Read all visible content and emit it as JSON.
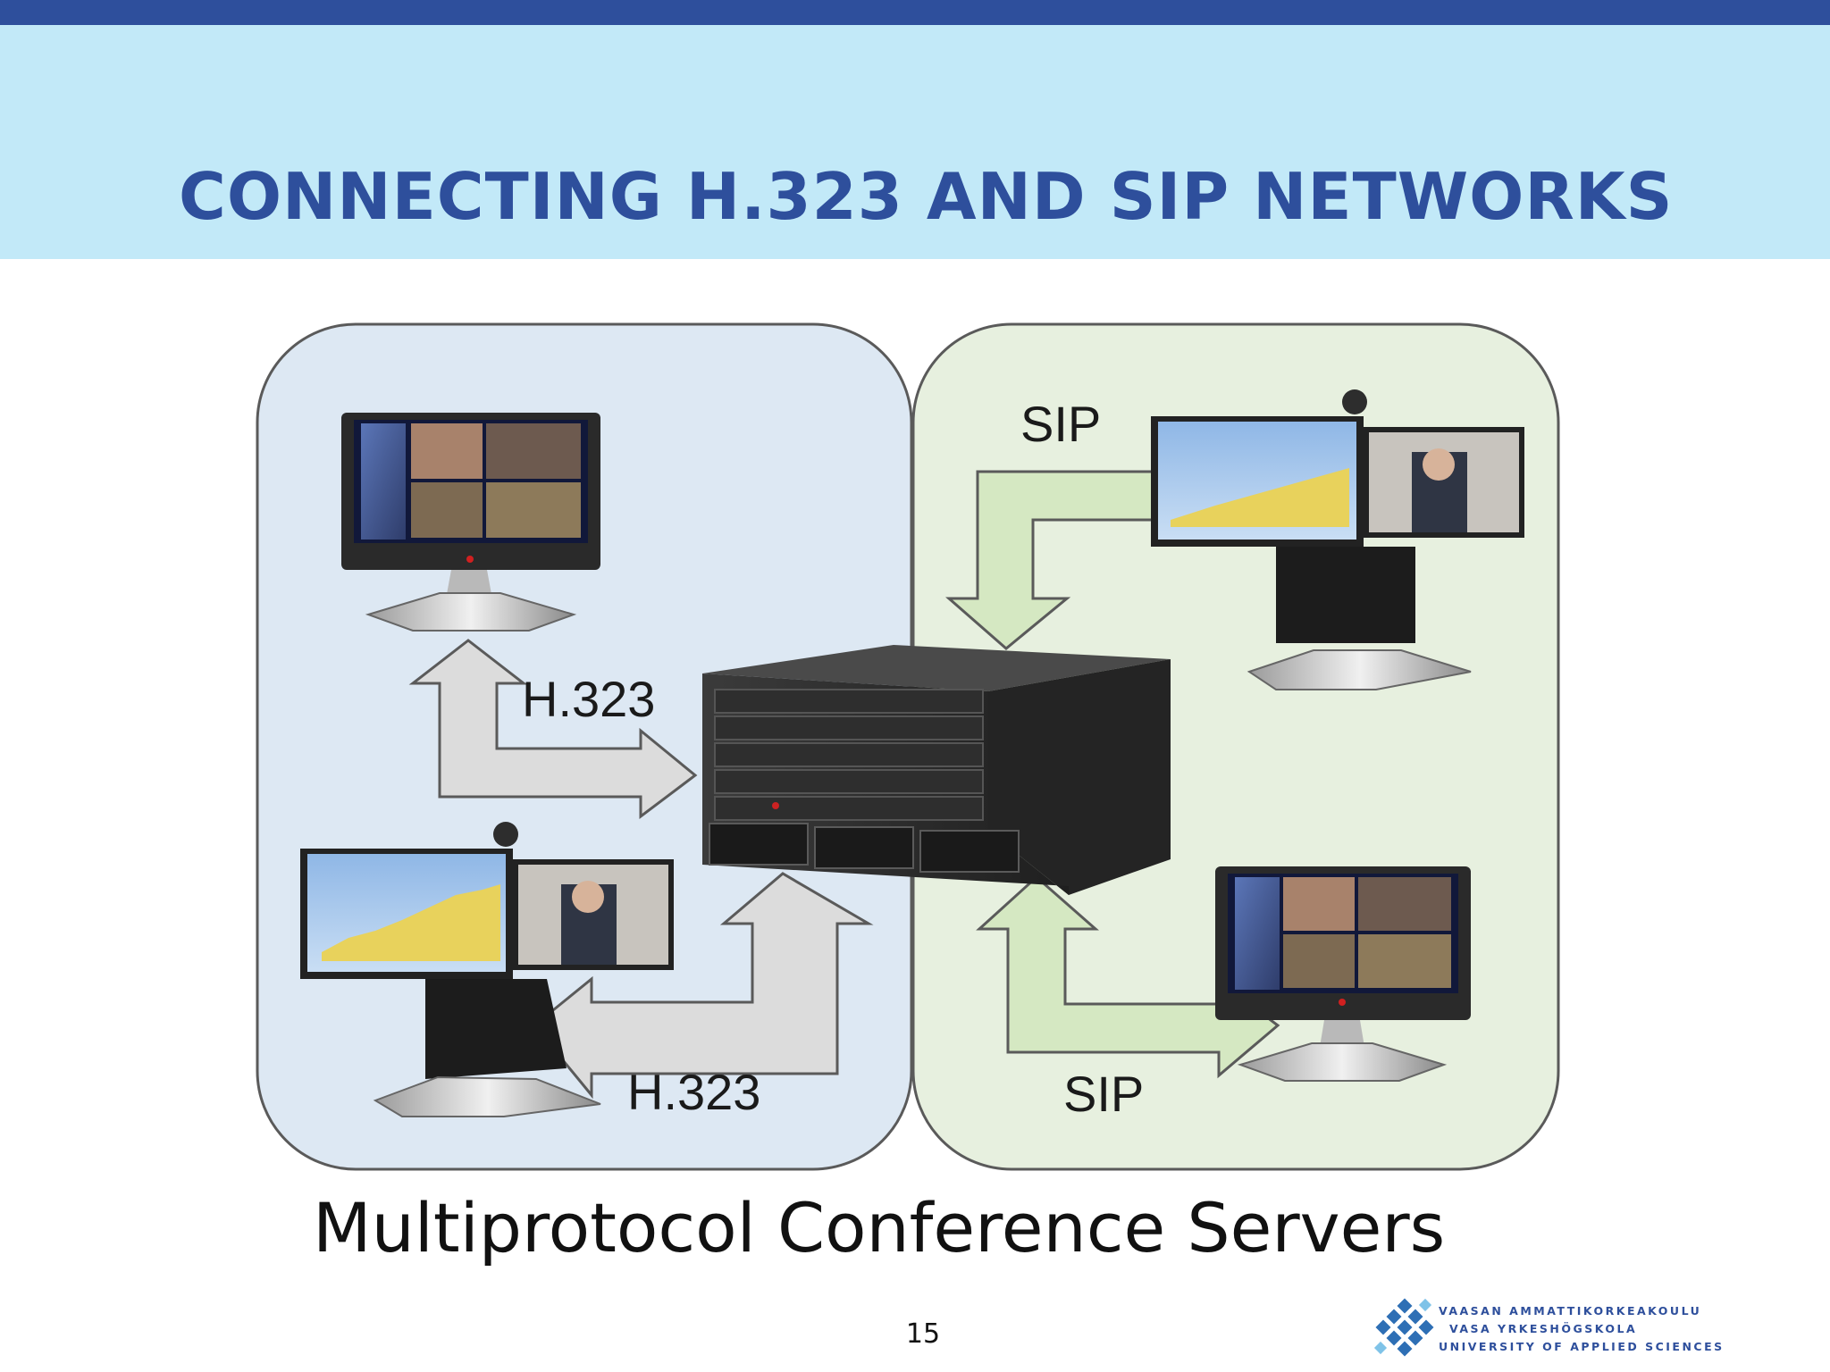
{
  "slide": {
    "title": "CONNECTING H.323 AND SIP NETWORKS",
    "caption": "Multiprotocol Conference Servers",
    "page_number": "15"
  },
  "diagram": {
    "zones": [
      {
        "id": "h323",
        "color": "#dde8f3"
      },
      {
        "id": "sip",
        "color": "#e7f0df"
      }
    ],
    "labels": {
      "h323_top": "H.323",
      "h323_bottom": "H.323",
      "sip_top": "SIP",
      "sip_bottom": "SIP"
    },
    "arrow_colors": {
      "h323": "#dcdcdc",
      "sip": "#d5e8c2"
    },
    "devices": [
      {
        "name": "desktop-monitor-endpoint",
        "zone": "h323"
      },
      {
        "name": "executive-dual-display-endpoint",
        "zone": "h323"
      },
      {
        "name": "executive-dual-display-endpoint",
        "zone": "sip"
      },
      {
        "name": "desktop-monitor-endpoint",
        "zone": "sip"
      },
      {
        "name": "conference-server-chassis",
        "zone": "center"
      }
    ]
  },
  "logo": {
    "lines": [
      "VAASAN AMMATTIKORKEAKOULU",
      "VASA YRKESHÖGSKOLA",
      "UNIVERSITY OF APPLIED SCIENCES"
    ]
  },
  "colors": {
    "title": "#2e4f9c",
    "header_band": "#c2e9f8",
    "top_bar": "#2e4f9c"
  }
}
